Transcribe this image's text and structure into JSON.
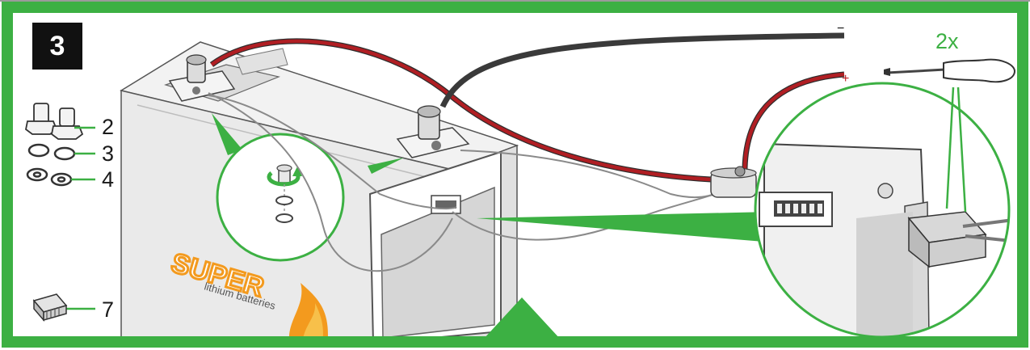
{
  "step": {
    "number": "3"
  },
  "parts": [
    {
      "label": "2",
      "icon": "bolt-icon"
    },
    {
      "label": "3",
      "icon": "spring-washer-icon"
    },
    {
      "label": "4",
      "icon": "flat-washer-icon"
    },
    {
      "label": "7",
      "icon": "terminal-connector-icon"
    }
  ],
  "tool": {
    "count_label": "2x",
    "icon": "screwdriver-icon"
  },
  "cables": {
    "negative_sign": "−",
    "positive_sign": "+"
  },
  "battery": {
    "brand": "SUPER",
    "subtitle": "lithium batteries"
  },
  "colors": {
    "frame_green": "#3cb043",
    "cable_red": "#b01e23",
    "cable_black": "#3a3a3a",
    "brand_orange": "#f39a1e",
    "battery_grey": "#e4e4e4"
  }
}
